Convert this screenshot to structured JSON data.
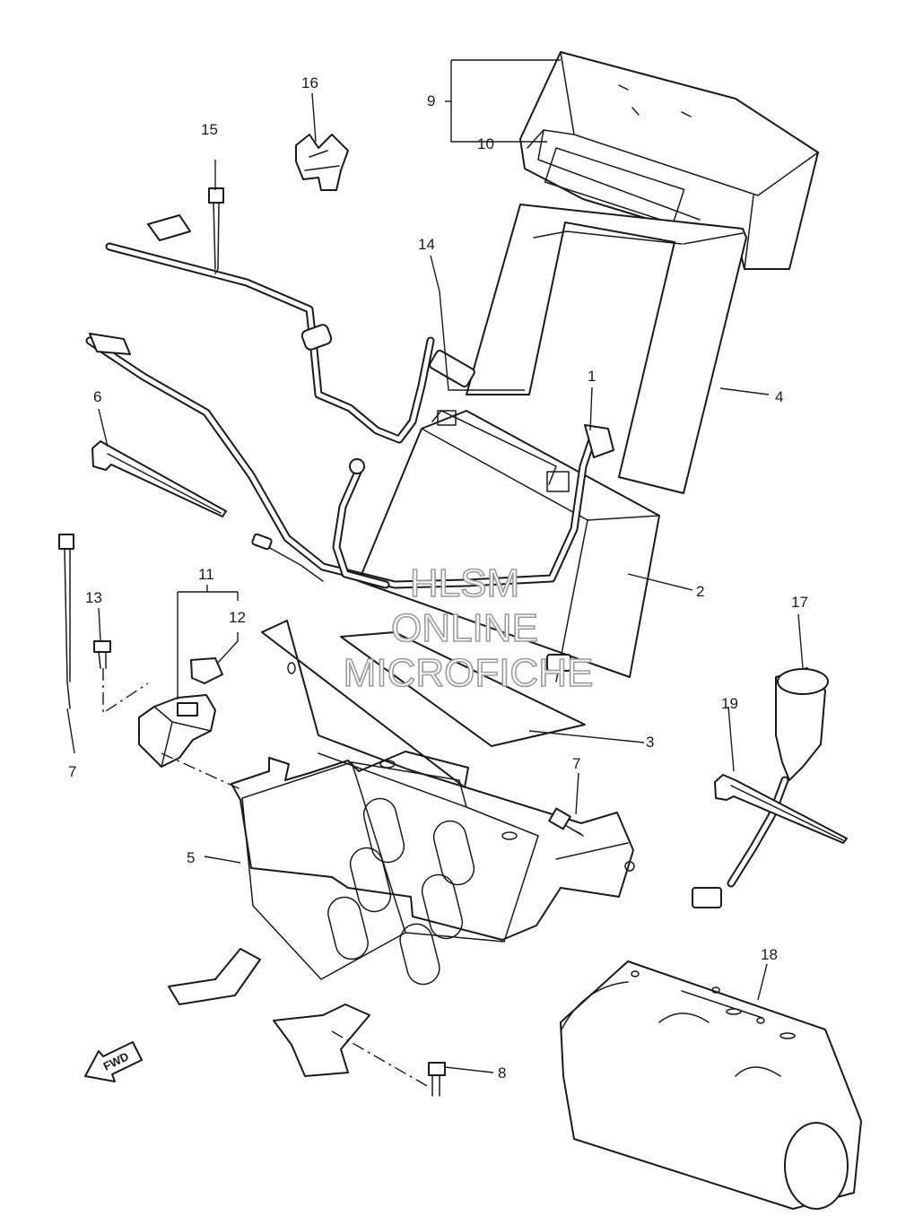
{
  "diagram": {
    "callouts": {
      "c1": "1",
      "c2": "2",
      "c3": "3",
      "c4": "4",
      "c5": "5",
      "c6": "6",
      "c7a": "7",
      "c7b": "7",
      "c8": "8",
      "c9": "9",
      "c10": "10",
      "c11": "11",
      "c12": "12",
      "c13": "13",
      "c14": "14",
      "c15": "15",
      "c16": "16",
      "c17": "17",
      "c18": "18",
      "c19": "19"
    },
    "watermark": {
      "line1": "HLSM",
      "line2": "ONLINE",
      "line3": "MICROFICHE"
    },
    "direction_label": "FWD"
  }
}
